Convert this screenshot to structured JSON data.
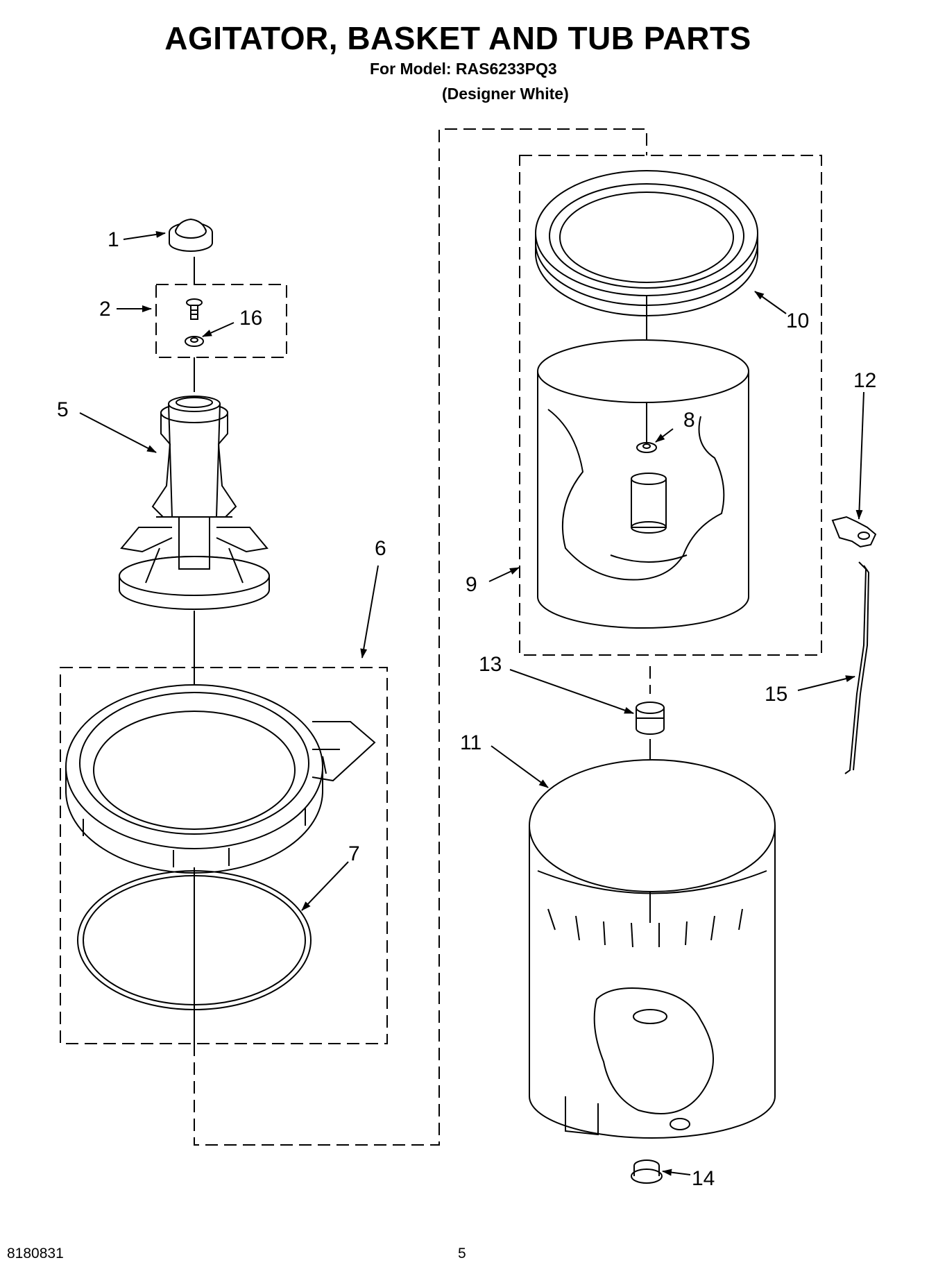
{
  "header": {
    "title": "AGITATOR, BASKET AND TUB PARTS",
    "model_line": "For Model: RAS6233PQ3",
    "color_line": "(Designer White)"
  },
  "footer": {
    "doc_number": "8180831",
    "page_number": "5"
  },
  "callouts": {
    "c1": "1",
    "c2": "2",
    "c5": "5",
    "c6": "6",
    "c7": "7",
    "c8": "8",
    "c9": "9",
    "c10": "10",
    "c11": "11",
    "c12": "12",
    "c13": "13",
    "c14": "14",
    "c15": "15",
    "c16": "16"
  }
}
